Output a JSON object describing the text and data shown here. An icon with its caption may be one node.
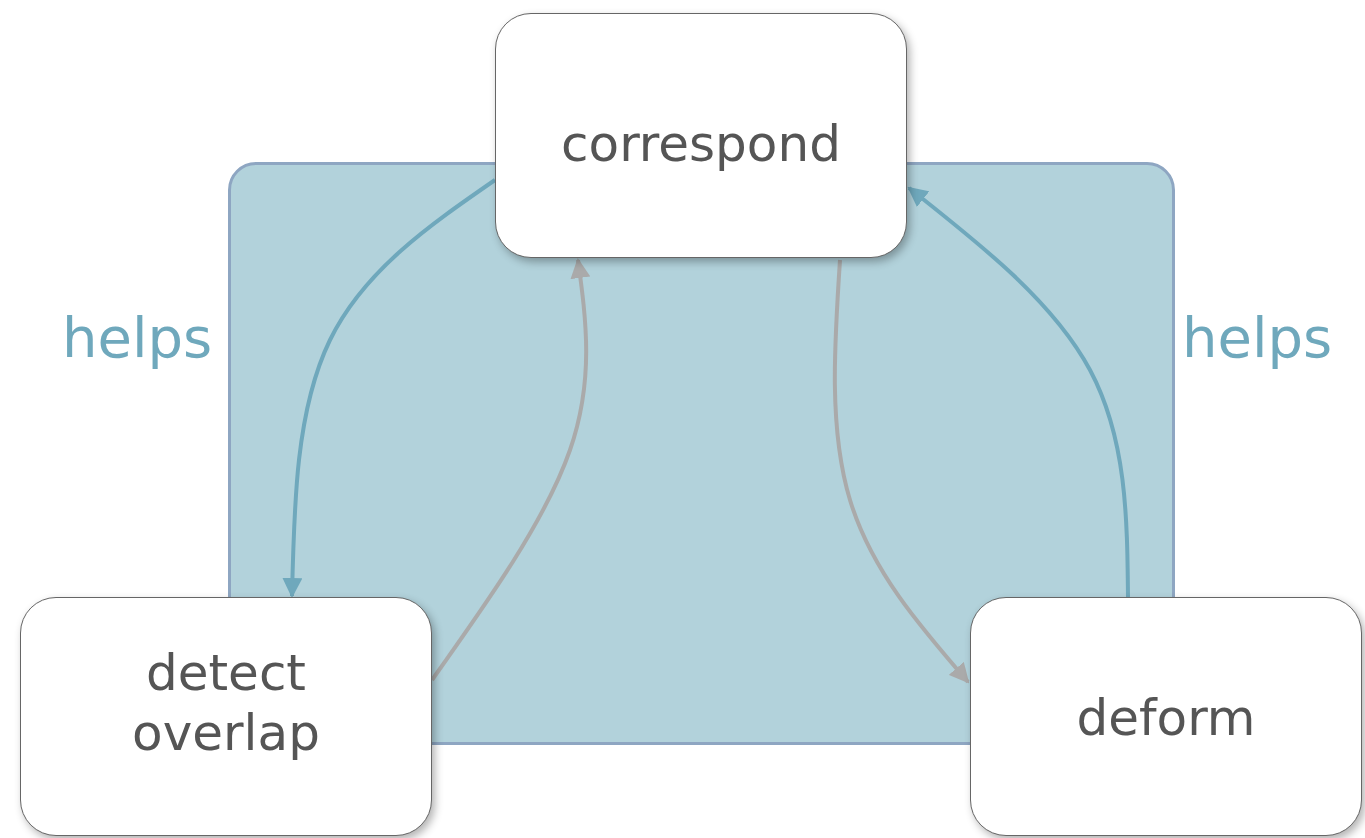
{
  "diagram": {
    "nodes": [
      {
        "text": [
          "correspond"
        ]
      },
      {
        "text": [
          "detect overlap"
        ]
      },
      {
        "text": [
          "deform"
        ]
      }
    ],
    "edges": [
      {
        "from": 0,
        "to": 1,
        "arrow": "to",
        "label": "helps",
        "color": "#6fa8bc"
      },
      {
        "from": 1,
        "to": 0,
        "arrow": "to",
        "color": "#aaaaaa"
      },
      {
        "from": 0,
        "to": 2,
        "arrow": "to",
        "color": "#aaaaaa"
      },
      {
        "from": 2,
        "to": 0,
        "arrow": "to",
        "label": "helps",
        "color": "#6fa8bc"
      }
    ]
  }
}
